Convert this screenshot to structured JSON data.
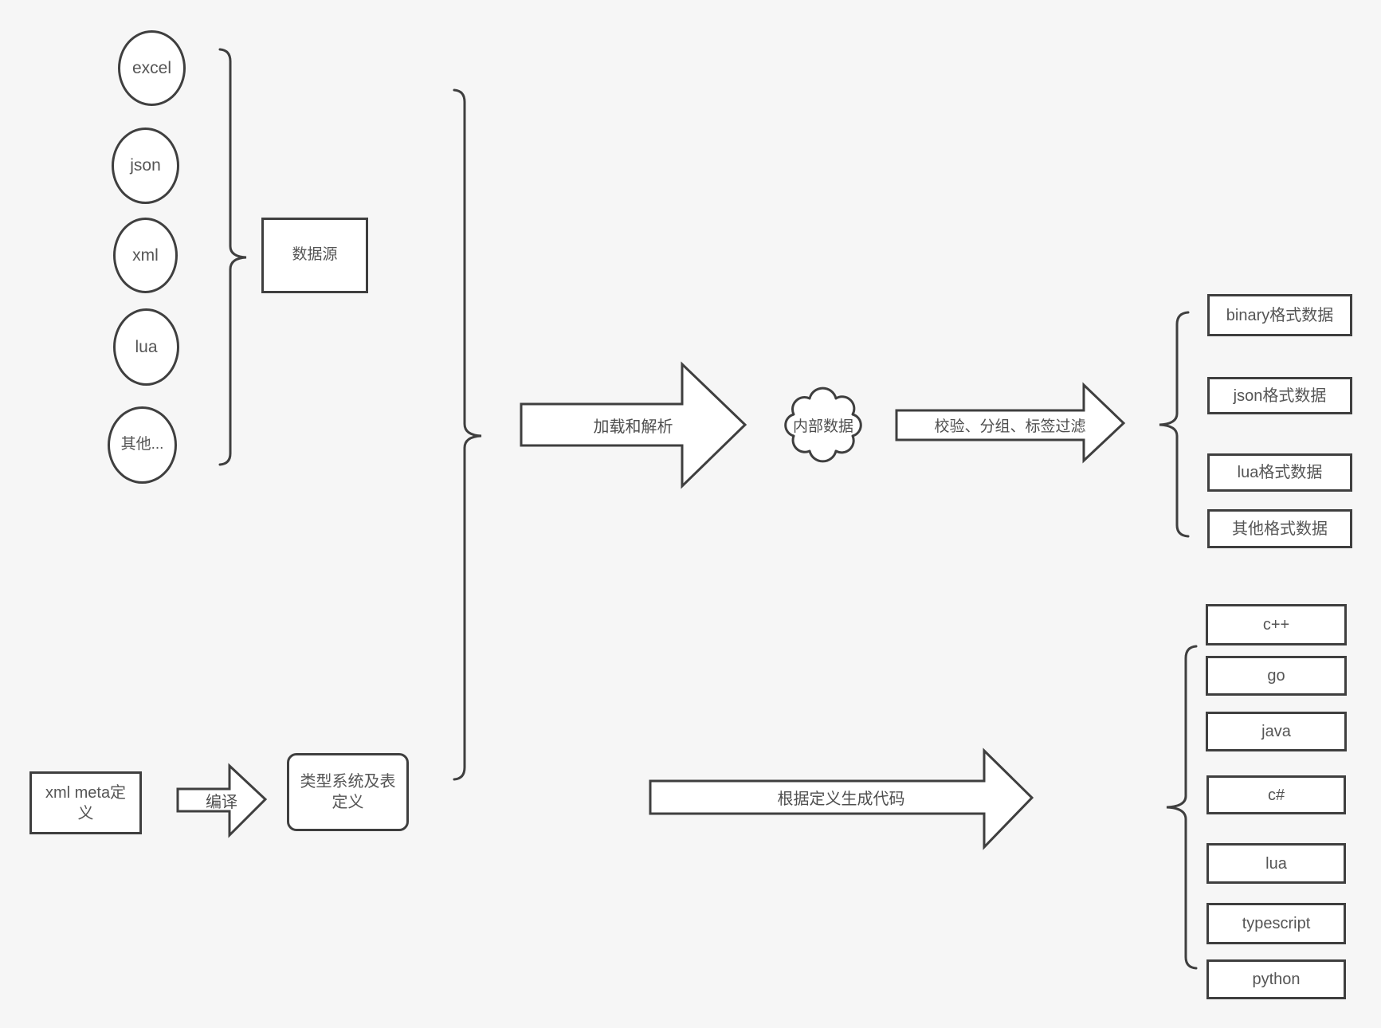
{
  "colors": {
    "background": "#f6f6f6",
    "shape_fill": "#ffffff",
    "stroke": "#3f3f3f",
    "text": "#555555"
  },
  "sources": {
    "items": [
      "excel",
      "json",
      "xml",
      "lua",
      "其他..."
    ],
    "group_label": "数据源"
  },
  "pipeline": {
    "load_parse": "加载和解析",
    "internal_data": "内部数据",
    "filter": "校验、分组、标签过滤",
    "generate": "根据定义生成代码",
    "compile": "编译"
  },
  "definitions": {
    "xml_meta": "xml meta定义",
    "type_system": "类型系统及表定义"
  },
  "outputs": {
    "data_formats": [
      "binary格式数据",
      "json格式数据",
      "lua格式数据",
      "其他格式数据"
    ],
    "languages": [
      "c++",
      "go",
      "java",
      "c#",
      "lua",
      "typescript",
      "python"
    ]
  }
}
